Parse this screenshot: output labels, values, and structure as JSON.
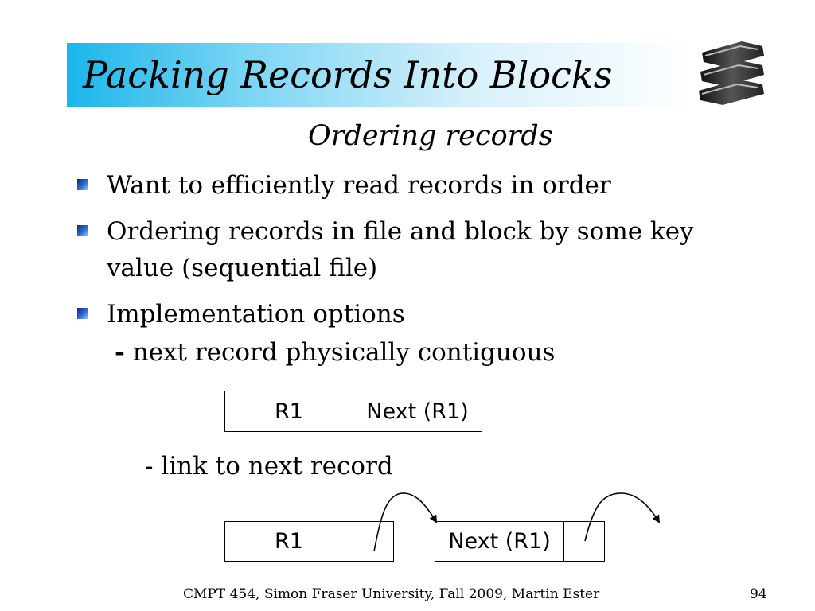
{
  "slide": {
    "title": "Packing Records Into Blocks",
    "subtitle": "Ordering records",
    "bullets": [
      {
        "line1": "Want to efficiently read records in order"
      },
      {
        "line1": "Ordering records in file and block by some key",
        "line2": "value (sequential file)"
      },
      {
        "line1": "Implementation options"
      }
    ],
    "option1": {
      "dash": "-",
      "text": " next record physically contiguous"
    },
    "option2": {
      "text": "- link to next record"
    },
    "diagram1": {
      "cell1": "R1",
      "cell2": "Next (R1)"
    },
    "diagram2": {
      "cell1": "R1",
      "cell2": "",
      "cell3": "Next (R1)",
      "cell4": ""
    },
    "footer": {
      "credit": "CMPT 454, Simon Fraser University, Fall 2009, Martin Ester",
      "page": "94"
    },
    "colors": {
      "title_bar": "#1ab6ea",
      "bullet": "#2e6ed8"
    }
  }
}
